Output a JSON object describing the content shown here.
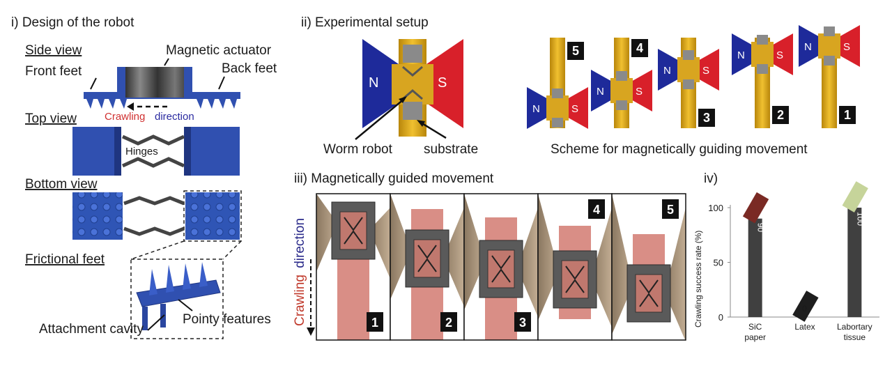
{
  "panel1": {
    "title": "i) Design of the robot",
    "side_view": "Side view",
    "magnetic_actuator": "Magnetic actuator",
    "front_feet": "Front feet",
    "back_feet": "Back feet",
    "crawling": "Crawling",
    "direction": "direction",
    "top_view": "Top view",
    "hinges": "Hinges",
    "bottom_view": "Bottom view",
    "frictional_feet": "Frictional feet",
    "attachment_cavity": "Attachment cavity",
    "pointy_features": "Pointy features"
  },
  "panel2": {
    "title": "ii) Experimental setup",
    "pole_n": "N",
    "pole_s": "S",
    "worm_robot": "Worm robot",
    "substrate": "substrate",
    "scheme": "Scheme for magnetically guiding movement",
    "steps": [
      "5",
      "4",
      "3",
      "2",
      "1"
    ]
  },
  "panel3": {
    "title": "iii) Magnetically guided movement",
    "crawling": "Crawling",
    "direction": "direction",
    "frames": [
      "1",
      "2",
      "3",
      "4",
      "5"
    ]
  },
  "panel4": {
    "title": "iv)",
    "chart_data": {
      "type": "bar",
      "categories": [
        "SiC paper",
        "Latex",
        "Labortary tissue"
      ],
      "category_lines": [
        [
          "SiC",
          "paper"
        ],
        [
          "Latex"
        ],
        [
          "Labortary",
          "tissue"
        ]
      ],
      "values": [
        90,
        0,
        100
      ],
      "data_labels": [
        "90",
        "0",
        "100"
      ],
      "ylabel": "Crawling success rate (%)",
      "yticks": [
        0,
        50,
        100
      ],
      "ylim": [
        0,
        100
      ],
      "bar_color": "#404040",
      "swatch_colors": [
        "#7a2a24",
        "#1e1e1e",
        "#c6d49a"
      ]
    }
  }
}
